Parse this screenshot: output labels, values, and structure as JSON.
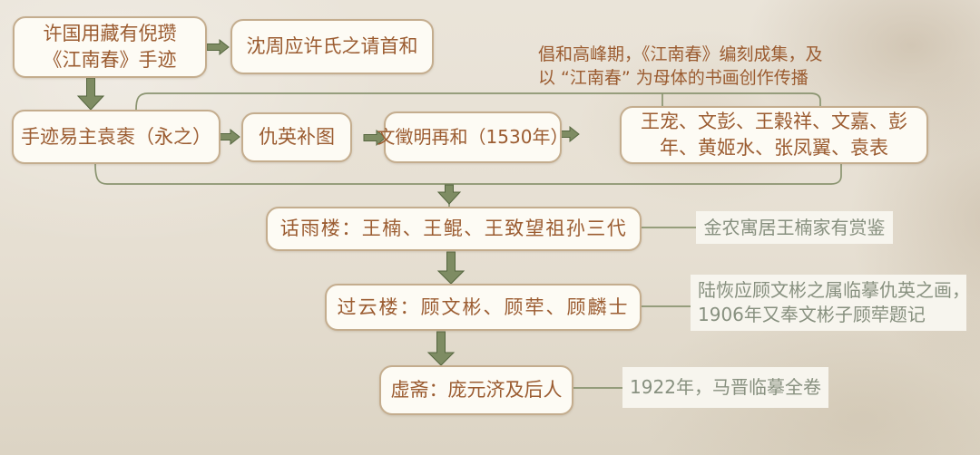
{
  "flowchart": {
    "nodes": {
      "n1": {
        "line1": "许国用藏有倪瓒",
        "line2": "《江南春》手迹"
      },
      "n2": {
        "label": "沈周应许氏之请首和"
      },
      "n3": {
        "label": "手迹易主袁袠（永之）"
      },
      "n4": {
        "label": "仇英补图"
      },
      "n5": {
        "label": "文徵明再和（1530年）"
      },
      "n6": {
        "line1": "王宠、文彭、王榖祥、文嘉、彭",
        "line2": "年、黄姬水、张凤翼、袁表"
      },
      "n7": {
        "label": "话雨楼：王楠、王鲲、王致望祖孙三代"
      },
      "n8": {
        "label": "过云楼：顾文彬、顾荦、顾麟士"
      },
      "n9": {
        "label": "虚斋：庞元济及后人"
      }
    },
    "annotations": {
      "peak": {
        "line1": "倡和高峰期，《江南春》编刻成集，及",
        "line2": "以 “江南春” 为母体的书画创作传播"
      },
      "jinnong": {
        "label": "金农寓居王楠家有赏鉴"
      },
      "luhui": {
        "line1": "陆恢应顾文彬之属临摹仇英之画，",
        "line2": "1906年又奉文彬子顾荦题记"
      },
      "majin": {
        "label": "1922年，马晋临摹全卷"
      }
    },
    "colors": {
      "background": "#e6dfd2",
      "box_fill": "#fdfbf4",
      "box_border": "#c4ad8e",
      "box_text": "#9b5c31",
      "arrow_green_fill": "#7e8c63",
      "arrow_green_outline": "#55663f",
      "connector_line": "#8a9470",
      "note_text": "#87907f",
      "note_background": "#f7f5ee"
    }
  }
}
